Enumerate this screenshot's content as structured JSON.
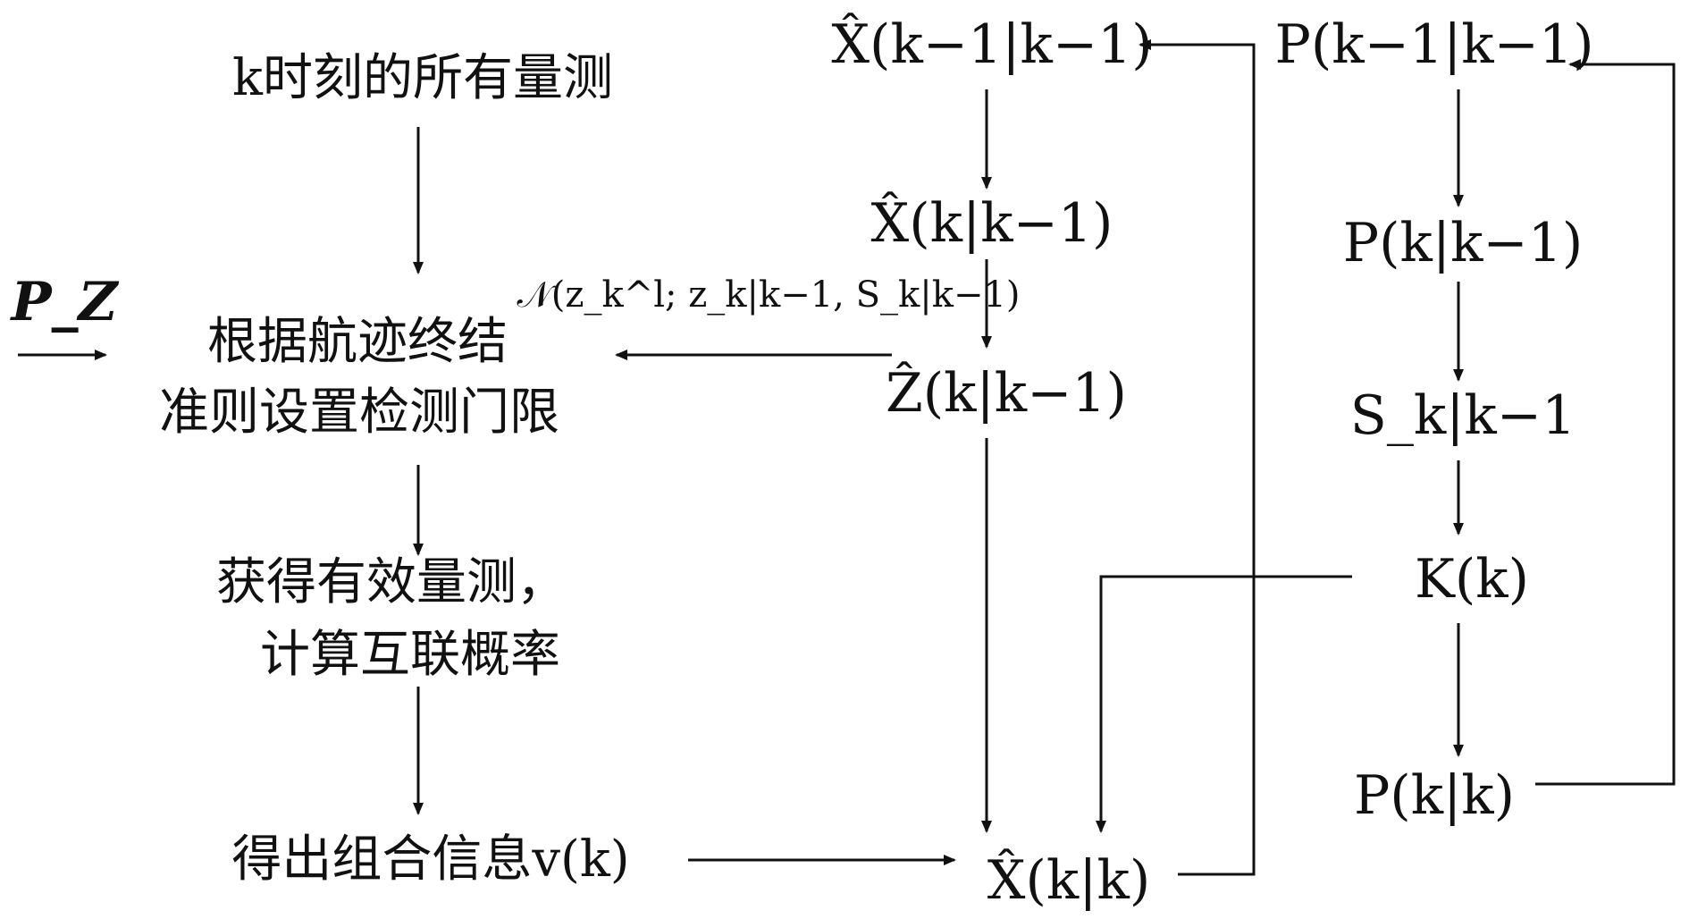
{
  "nodes": {
    "all_measurements": "k时刻的所有量测",
    "gate_line1": "根据航迹终结",
    "gate_line2": "准则设置检测门限",
    "valid_line1": "获得有效量测，",
    "valid_line2": "计算互联概率",
    "combined_info": "得出组合信息v(k)",
    "x_prev": "X̂(k−1|k−1)",
    "x_pred": "X̂(k|k−1)",
    "z_pred": "Ẑ(k|k−1)",
    "x_upd": "X̂(k|k)",
    "p_prev": "P(k−1|k−1)",
    "p_pred": "P(k|k−1)",
    "s_cov": "S_k|k−1",
    "gain": "K(k)",
    "p_upd": "P(k|k)"
  },
  "edge_labels": {
    "gaussian": "𝒩(z_k^l;  z_k|k−1,  S_k|k−1)",
    "pz": "P_Z"
  },
  "arrows": [
    {
      "from": "all_measurements",
      "to": "gate"
    },
    {
      "from": "gate",
      "to": "valid"
    },
    {
      "from": "valid",
      "to": "combined_info"
    },
    {
      "from": "combined_info",
      "to": "x_upd"
    },
    {
      "from": "x_prev",
      "to": "x_pred"
    },
    {
      "from": "x_pred",
      "to": "z_pred"
    },
    {
      "from": "z_pred",
      "to": "gate",
      "label": "gaussian"
    },
    {
      "from": "z_pred",
      "to": "x_upd"
    },
    {
      "from": "x_upd",
      "to": "x_prev",
      "kind": "feedback"
    },
    {
      "from": "p_prev",
      "to": "p_pred"
    },
    {
      "from": "p_pred",
      "to": "s_cov"
    },
    {
      "from": "s_cov",
      "to": "gain"
    },
    {
      "from": "gain",
      "to": "p_upd"
    },
    {
      "from": "gain",
      "to": "x_upd"
    },
    {
      "from": "p_upd",
      "to": "p_prev",
      "kind": "feedback"
    },
    {
      "from": "external",
      "to": "gate",
      "label": "pz"
    }
  ]
}
